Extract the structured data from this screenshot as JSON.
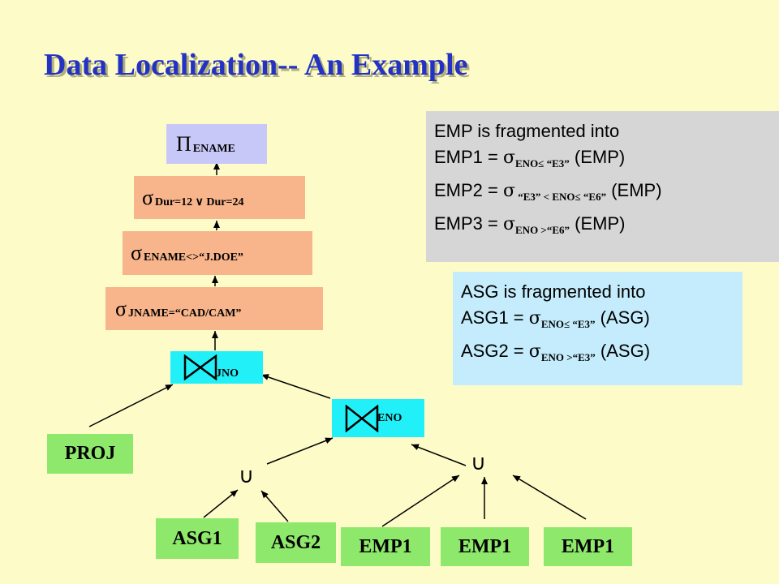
{
  "slide": {
    "title": "Data Localization-- An Example"
  },
  "tree": {
    "project": {
      "op": "Π",
      "attr": "ENAME"
    },
    "select_dur": {
      "op": "σ",
      "cond": "Dur=12 ∨ Dur=24"
    },
    "select_ename": {
      "op": "σ",
      "cond": "ENAME<>“J.DOE”"
    },
    "select_jname": {
      "op": "σ",
      "cond": "JNAME=“CAD/CAM”"
    },
    "join_jno": {
      "attr": "JNO"
    },
    "join_eno": {
      "attr": "ENO"
    },
    "union_left": "∪",
    "union_right": "∪",
    "leaves": {
      "proj": "PROJ",
      "asg1": "ASG1",
      "asg2": "ASG2",
      "emp1_a": "EMP1",
      "emp1_b": "EMP1",
      "emp1_c": "EMP1"
    }
  },
  "emp_box": {
    "intro": "EMP is fragmented into",
    "emp1": {
      "lhs": "EMP1 = ",
      "op": "σ",
      "cond": "ENO≤ “E3”",
      "rhs": " (EMP)"
    },
    "emp2": {
      "lhs": "EMP2 = ",
      "op": "σ",
      "cond": " “E3” < ENO≤ “E6”",
      "rhs": " (EMP)"
    },
    "emp3": {
      "lhs": "EMP3 = ",
      "op": "σ",
      "cond": "ENO >“E6”",
      "rhs": " (EMP)"
    }
  },
  "asg_box": {
    "intro": "ASG is fragmented into",
    "asg1": {
      "lhs": "ASG1 = ",
      "op": "σ",
      "cond": "ENO≤ “E3”",
      "rhs": " (ASG)"
    },
    "asg2": {
      "lhs": "ASG2 = ",
      "op": "σ",
      "cond": "ENO >“E3”",
      "rhs": " (ASG)"
    }
  },
  "colors": {
    "background": "#fdfcc9",
    "title": "#2432c4",
    "projection": "#c8c8f8",
    "selection": "#f8b48a",
    "join": "#22f0f8",
    "leaf": "#8ee86c",
    "emp_box": "#d6d6d6",
    "asg_box": "#c4ecfc"
  }
}
